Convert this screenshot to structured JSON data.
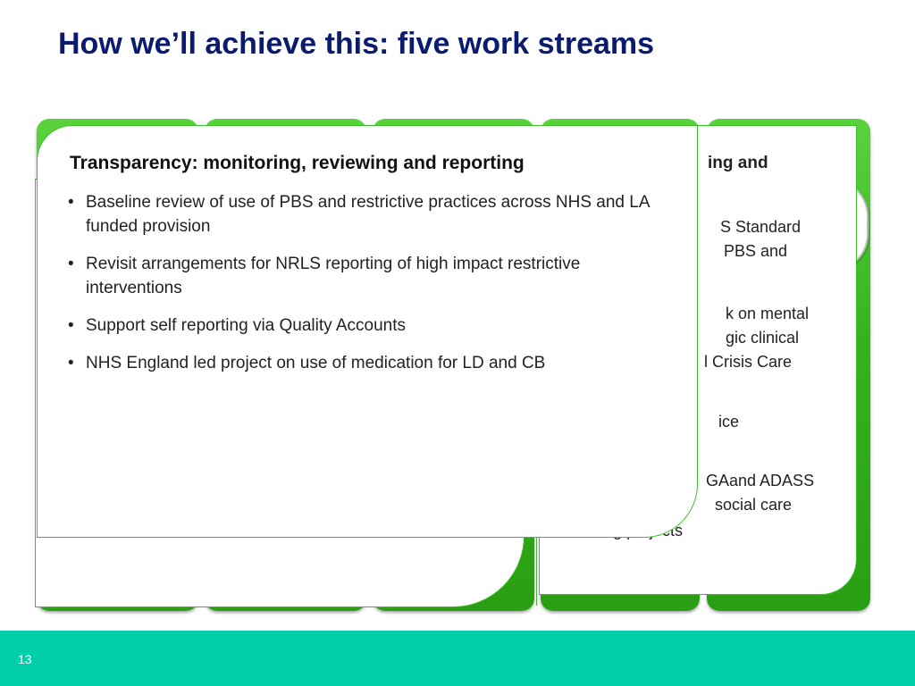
{
  "slide": {
    "title": "How we’ll achieve this: five work streams",
    "page_number": "13"
  },
  "front_card": {
    "heading": "Transparency: monitoring, reviewing and reporting",
    "bullet_symbol": "•",
    "bullets": [
      "Baseline review of use of PBS and restrictive practices across NHS and LA funded provision",
      "Revisit arrangements for NRLS reporting of high impact restrictive interventions",
      "Support self reporting via Quality Accounts",
      "NHS England led project on use of medication for LD and CB"
    ]
  },
  "back_card": {
    "heading_visible": "ing and",
    "lines_visible": [
      "S Standard",
      "PBS and",
      "k on mental",
      "gic clinical",
      "l Crisis Care",
      "ice",
      "GAand ADASS",
      "social care",
      "facing projects"
    ]
  },
  "colors": {
    "title": "#0b1c6e",
    "tab_green": "#34b41c",
    "card_border": "#3cbf2a",
    "footer": "#00cfaa"
  }
}
